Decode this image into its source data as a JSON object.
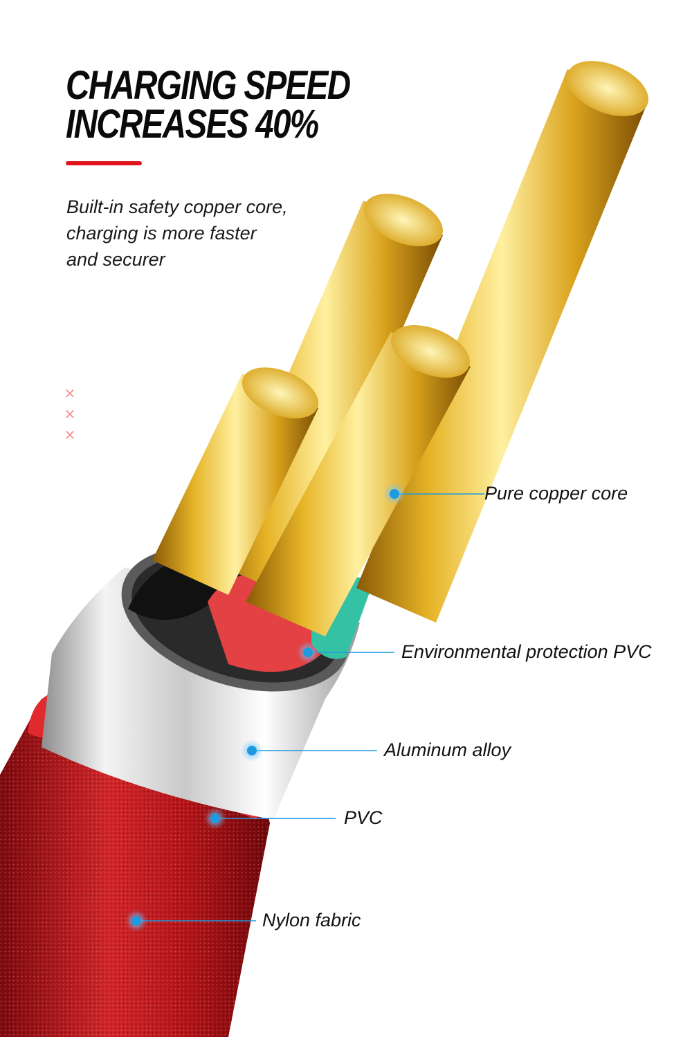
{
  "header": {
    "headline_line1": "CHARGING SPEED",
    "headline_line2": "INCREASES 40%",
    "subtext_line1": "Built-in safety copper core,",
    "subtext_line2": "charging is more faster",
    "subtext_line3": "and securer"
  },
  "decor_marks": [
    "×",
    "×",
    "×"
  ],
  "callouts": [
    {
      "label": "Pure copper core"
    },
    {
      "label": "Environmental protection PVC"
    },
    {
      "label": "Aluminum alloy"
    },
    {
      "label": "PVC"
    },
    {
      "label": "Nylon fabric"
    }
  ],
  "colors": {
    "accent_red": "#e1141e",
    "copper_gold": "#d9a520",
    "callout_blue": "#1e9ae0",
    "jacket_red": "#c41a1e",
    "aluminum_silver": "#d8d8d8"
  }
}
